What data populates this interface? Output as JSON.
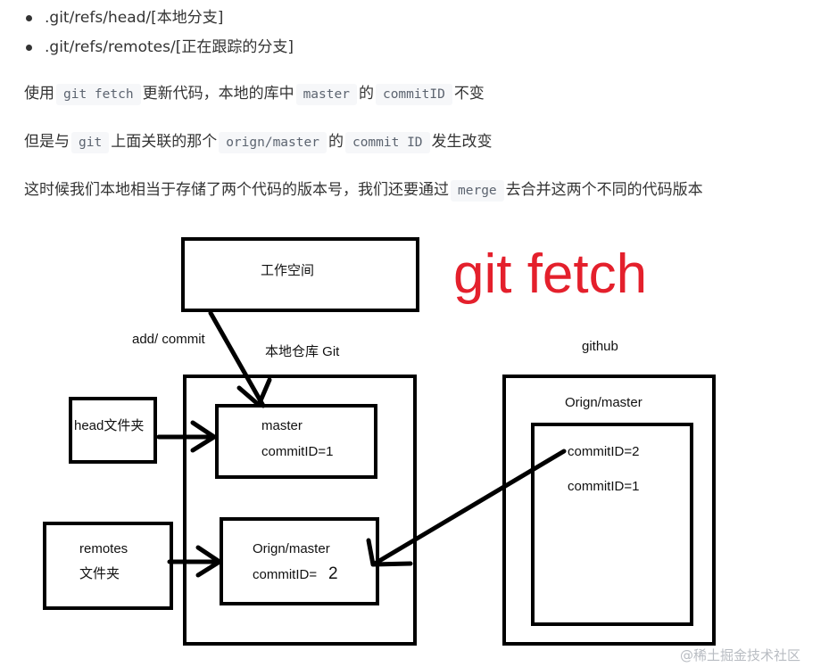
{
  "bullets": [
    ".git/refs/head/[本地分支]",
    ".git/refs/remotes/[正在跟踪的分支]"
  ],
  "p1": {
    "t1": "使用",
    "c1": "git fetch",
    "t2": "更新代码，本地的库中",
    "c2": "master",
    "t3": "的",
    "c3": "commitID",
    "t4": "不变"
  },
  "p2": {
    "t1": "但是与",
    "c1": "git",
    "t2": "上面关联的那个",
    "c2": "orign/master",
    "t3": "的",
    "c3": "commit ID",
    "t4": "发生改变"
  },
  "p3": {
    "t1": "这时候我们本地相当于存储了两个代码的版本号，我们还要通过",
    "c1": "merge",
    "t2": "去合并这两个不同的代码版本"
  },
  "diagram": {
    "title": "git fetch",
    "workspace": "工作空间",
    "add_commit": "add/ commit",
    "local_repo": "本地仓库 Git",
    "github": "github",
    "head_folder": "head文件夹",
    "remotes_line1": "remotes",
    "remotes_line2": "文件夹",
    "master": "master",
    "master_commit": "commitID=1",
    "local_origin": "Orign/master",
    "local_origin_commit_label": "commitID=",
    "local_origin_commit_value": "2",
    "remote_origin": "Orign/master",
    "remote_commit_2": "commitID=2",
    "remote_commit_1": "commitID=1",
    "colors": {
      "title": "#e4202c",
      "stroke": "#000000"
    }
  },
  "watermark": "@稀土掘金技术社区"
}
